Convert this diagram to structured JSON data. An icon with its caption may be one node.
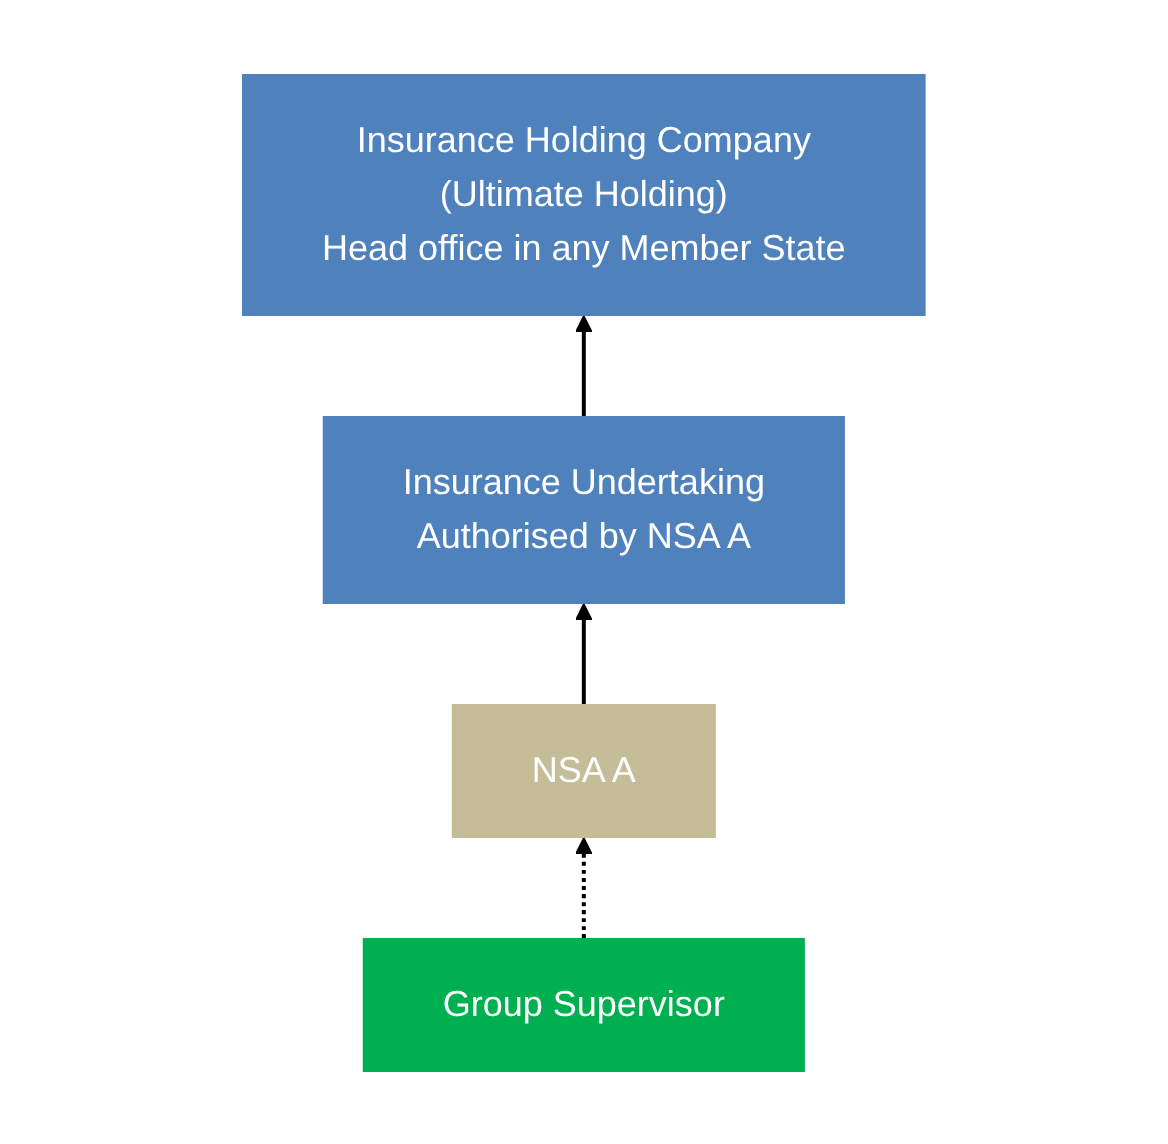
{
  "diagram": {
    "nodes": [
      {
        "text": [
          "Insurance Holding Company",
          "(Ultimate Holding)",
          "Head office in any Member State"
        ]
      },
      {
        "text": [
          "Insurance Undertaking",
          "Authorised by NSA A"
        ]
      },
      {
        "text": [
          "NSA A"
        ]
      },
      {
        "text": [
          "Group Supervisor"
        ]
      }
    ],
    "edges": [
      {
        "from": 1,
        "to": 0,
        "arrow": "to"
      },
      {
        "from": 2,
        "to": 1,
        "arrow": "to"
      },
      {
        "from": 3,
        "to": 2,
        "arrow": "to",
        "style": "dashed"
      }
    ]
  }
}
